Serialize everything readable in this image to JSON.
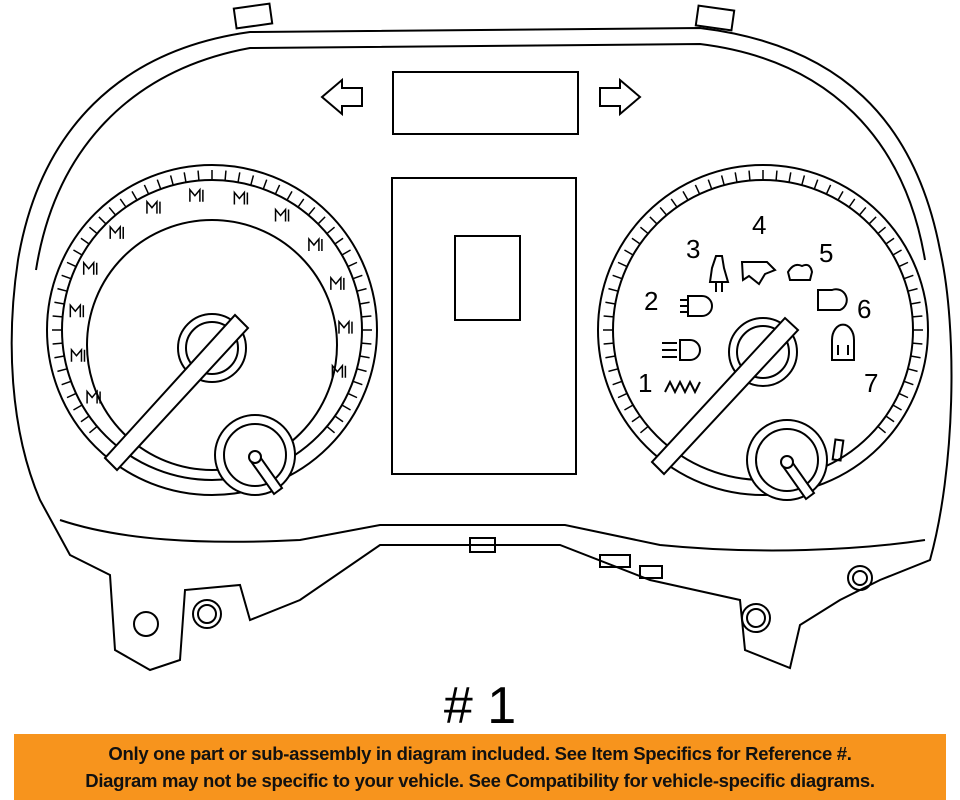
{
  "diagram": {
    "reference_number": "# 1",
    "right_gauge_numbers": [
      "1",
      "2",
      "3",
      "4",
      "5",
      "6",
      "7"
    ]
  },
  "banner": {
    "line1": "Only one part or sub-assembly in diagram included. See Item Specifics for Reference #.",
    "line2": "Diagram may not be specific to your vehicle. See Compatibility for vehicle-specific diagrams.",
    "color": "#F7941D"
  }
}
